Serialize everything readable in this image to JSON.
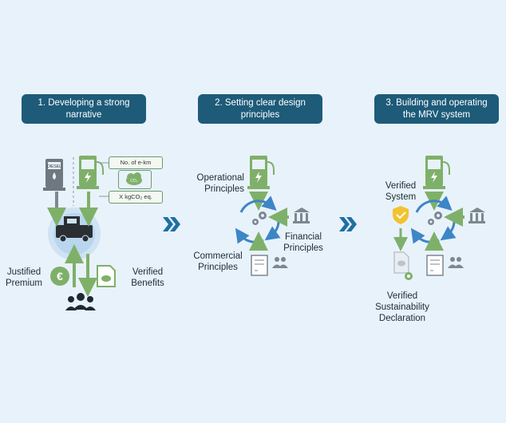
{
  "steps": [
    {
      "title": "1. Developing a strong narrative"
    },
    {
      "title": "2. Setting clear design principles"
    },
    {
      "title": "3. Building and operating the MRV system"
    }
  ],
  "panel1": {
    "pump_label": "DIESEL",
    "metric_ekm": "No. of e-km",
    "co2_icon_text": "CO₂",
    "metric_co2": "X kgCO₂ eq.",
    "left_label_line1": "Justified",
    "left_label_line2": "Premium",
    "right_label_line1": "Verified",
    "right_label_line2": "Benefits"
  },
  "panel2": {
    "top_label_line1": "Operational",
    "top_label_line2": "Principles",
    "right_label_line1": "Financial",
    "right_label_line2": "Principles",
    "left_label_line1": "Commercial",
    "left_label_line2": "Principles"
  },
  "panel3": {
    "top_label_line1": "Verified",
    "top_label_line2": "System",
    "bottom_label_line1": "Verified",
    "bottom_label_line2": "Sustainability",
    "bottom_label_line3": "Declaration"
  },
  "colors": {
    "background": "#e8f2fb",
    "pill": "#1d5b79",
    "green": "#7fb069",
    "blue": "#3d86c6",
    "gray": "#7d8790",
    "chevron": "#1f6fa3"
  }
}
